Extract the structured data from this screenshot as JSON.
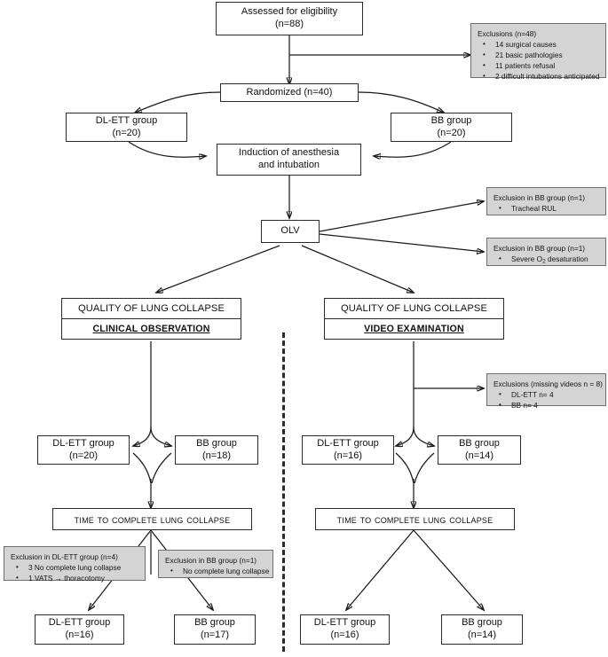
{
  "diagram": {
    "title": "CONSORT-style participant flow diagram",
    "colors": {
      "box_border": "#2b2b2b",
      "box_fill": "#ffffff",
      "exclusion_fill": "#d4d4d4",
      "exclusion_border": "#6f6f6f",
      "edge": "#1a1a1a",
      "text": "#111111"
    }
  },
  "nodes": {
    "assessed": {
      "line1": "Assessed for eligibility",
      "line2": "(n=88)"
    },
    "randomized": {
      "line1": "Randomized (n=40)"
    },
    "dlett_top": {
      "line1": "DL-ETT group",
      "line2": "(n=20)"
    },
    "bb_top": {
      "line1": "BB group",
      "line2": "(n=20)"
    },
    "induction": {
      "line1": "Induction of anesthesia",
      "line2": "and intubation"
    },
    "olv": {
      "line1": "OLV"
    },
    "quality_left": {
      "top": "QUALITY OF LUNG COLLAPSE",
      "bottom": "CLINICAL OBSERVATION"
    },
    "quality_right": {
      "top": "QUALITY OF LUNG COLLAPSE",
      "bottom": "VIDEO EXAMINATION"
    },
    "dlett_left_mid": {
      "line1": "DL-ETT group",
      "line2": "(n=20)"
    },
    "bb_left_mid": {
      "line1": "BB group",
      "line2": "(n=18)"
    },
    "dlett_right_mid": {
      "line1": "DL-ETT group",
      "line2": "(n=16)"
    },
    "bb_right_mid": {
      "line1": "BB group",
      "line2": "(n=14)"
    },
    "time_left": {
      "text": "Time to complete lung collapse"
    },
    "time_right": {
      "text": "Time to complete lung collapse"
    },
    "dlett_left_bottom": {
      "line1": "DL-ETT group",
      "line2": "(n=16)"
    },
    "bb_left_bottom": {
      "line1": "BB group",
      "line2": "(n=17)"
    },
    "dlett_right_bottom": {
      "line1": "DL-ETT group",
      "line2": "(n=16)"
    },
    "bb_right_bottom": {
      "line1": "BB group",
      "line2": "(n=14)"
    }
  },
  "exclusions": {
    "main": {
      "header": "Exclusions (n=48)",
      "items": [
        "14 surgical causes",
        "21 basic pathologies",
        "11 patients refusal",
        "2 difficult intubations anticipated"
      ]
    },
    "bb_tracheal": {
      "header": "Exclusion in BB group (n=1)",
      "items": [
        "Tracheal RUL"
      ]
    },
    "bb_desat": {
      "header": "Exclusion in BB group (n=1)",
      "items": [
        "Severe O2 desaturation"
      ],
      "item_html_0_pre": "Severe O",
      "item_html_0_sub": "2",
      "item_html_0_post": " desaturation"
    },
    "missing_videos": {
      "header": "Exclusions (missing videos n = 8)",
      "items": [
        "DL-ETT n= 4",
        "BB n=  4"
      ]
    },
    "dlett_no_collapse": {
      "header": "Exclusion in DL-ETT group (n=4)",
      "items": [
        "3 No complete lung collapse",
        "1 VATS → thoracotomy"
      ]
    },
    "bb_no_collapse": {
      "header": "Exclusion in BB group (n=1)",
      "items": [
        "No complete lung collapse"
      ]
    }
  }
}
